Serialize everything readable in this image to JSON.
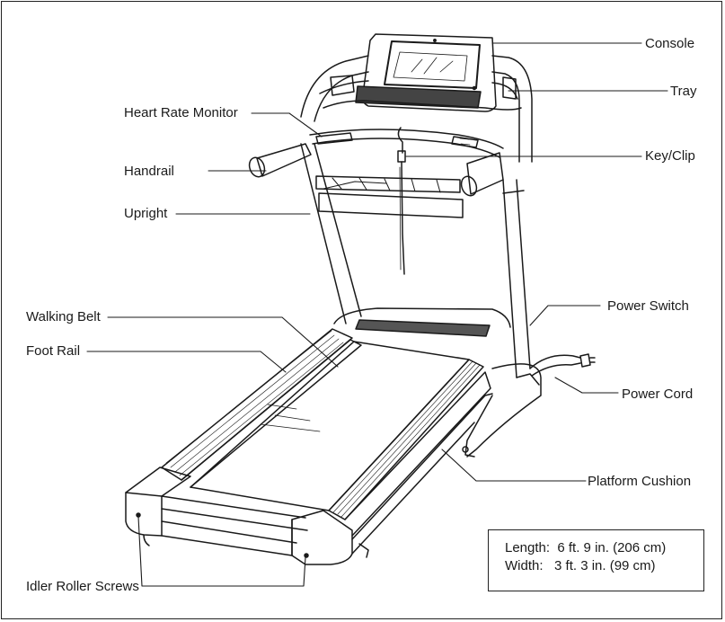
{
  "labels": {
    "console": "Console",
    "tray": "Tray",
    "heart_rate_monitor": "Heart Rate Monitor",
    "key_clip": "Key/Clip",
    "handrail": "Handrail",
    "upright": "Upright",
    "power_switch": "Power Switch",
    "walking_belt": "Walking Belt",
    "foot_rail": "Foot Rail",
    "power_cord": "Power Cord",
    "platform_cushion": "Platform Cushion",
    "idler_roller_screws": "Idler Roller Screws"
  },
  "specs": {
    "length": "Length:  6 ft. 9 in. (206 cm)",
    "width": "Width:   3 ft. 3 in. (99 cm)"
  }
}
